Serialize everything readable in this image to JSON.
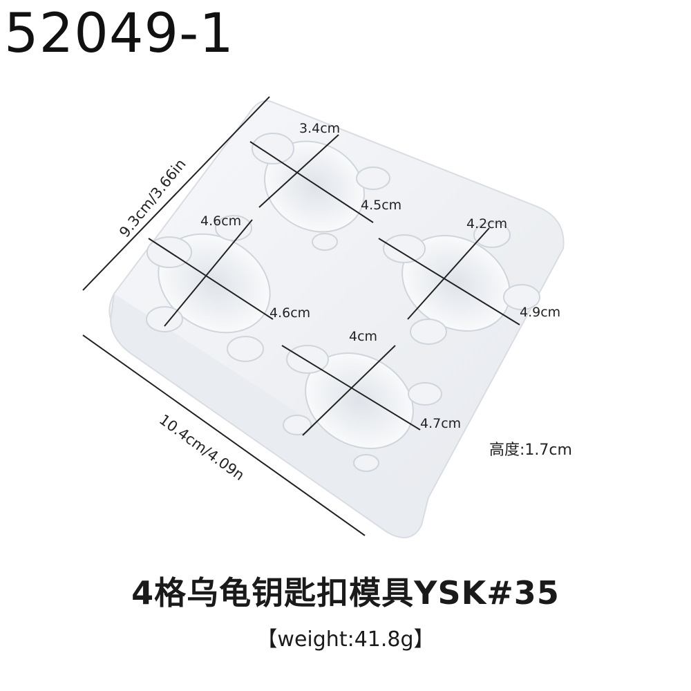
{
  "product_code": "52049-1",
  "dimensions": {
    "width_label": "9.3cm/3.66in",
    "length_label": "10.4cm/4.09n",
    "height_label": "高度:1.7cm"
  },
  "cavities": [
    {
      "width": "3.4cm",
      "height": "4.5cm"
    },
    {
      "width": "4.6cm",
      "height": "4.6cm"
    },
    {
      "width": "4.2cm",
      "height": "4.9cm"
    },
    {
      "width": "4cm",
      "height": "4.7cm"
    }
  ],
  "title": "4格乌龟钥匙扣模具YSK#35",
  "weight": "【weight:41.8g】",
  "colors": {
    "mold": "#eef0f3",
    "line": "#222222"
  }
}
